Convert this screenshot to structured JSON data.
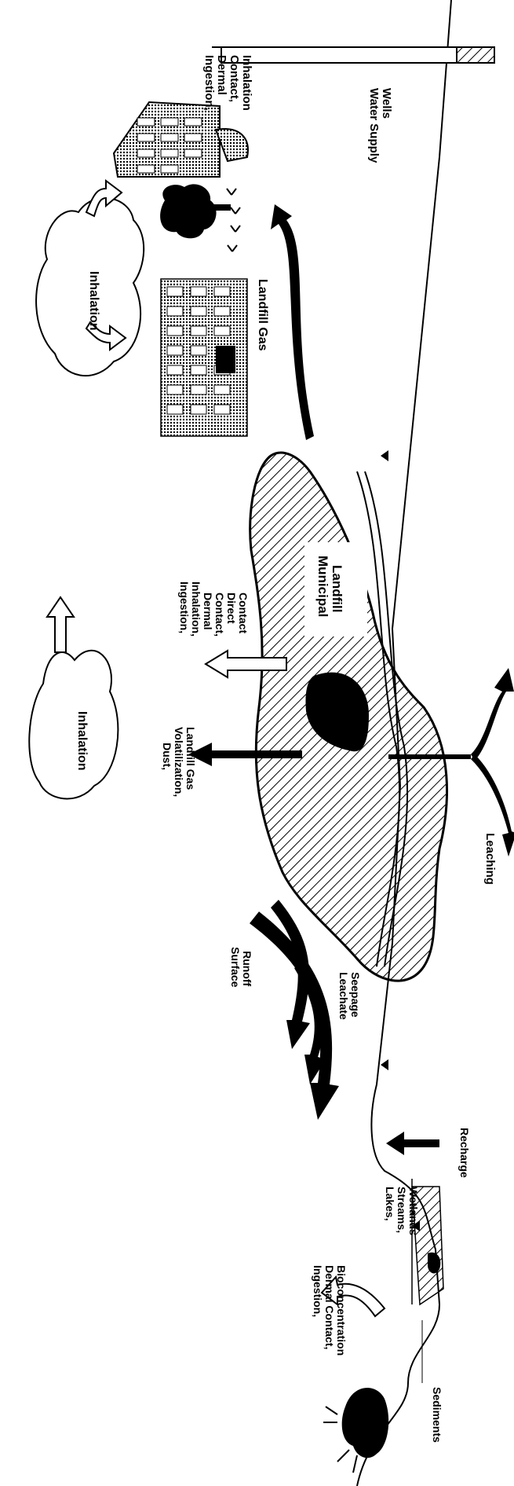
{
  "labels": {
    "ingestion_inhalation_top": [
      "Ingestion,",
      "Dermal",
      "Contact,",
      "Inhalation"
    ],
    "water_supply_wells": [
      "Water Supply",
      "Wells"
    ],
    "inhalation_1": "Inhalation",
    "inhalation_2": "Inhalation",
    "landfill_gas": "Landfill Gas",
    "municipal_landfill": [
      "Municipal",
      "Landfill"
    ],
    "ingestion_direct_contact": [
      "Ingestion,",
      "Inhalation,",
      "Dermal",
      "Contact,",
      "Direct",
      "Contact"
    ],
    "dust_volatilization": [
      "Dust,",
      "Volatilization,",
      "Landfill Gas"
    ],
    "leaching": "Leaching",
    "surface_runoff": [
      "Surface",
      "Runoff"
    ],
    "leachate_seepage": [
      "Leachate",
      "Seepage"
    ],
    "recharge": "Recharge",
    "lakes_streams_wetlands": [
      "Lakes,",
      "Streams,",
      "Wetlands"
    ],
    "ingestion_bioconcentration": [
      "Ingestion,",
      "Dermal Contact,",
      "Bioconcentration"
    ],
    "sediments": "Sediments"
  },
  "icons": [
    "house-icon",
    "tree-icon",
    "office-building-icon",
    "well-icon",
    "cloud-icon",
    "landfill-mound-icon",
    "fish-icon",
    "cow-icon",
    "water-table-icon"
  ]
}
